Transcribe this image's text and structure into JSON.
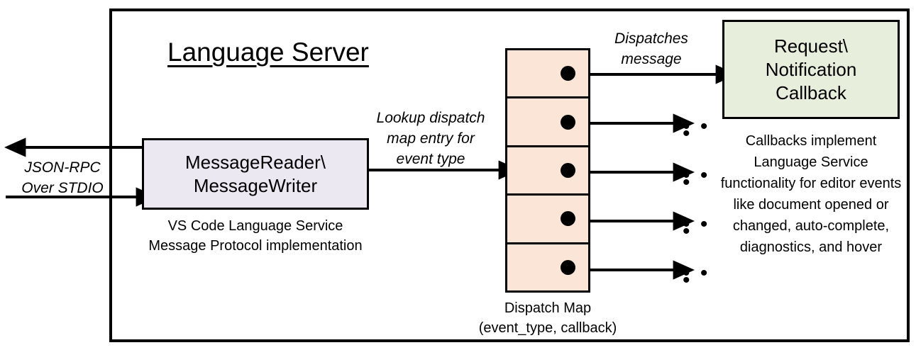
{
  "diagram": {
    "title": "Language Server",
    "container_label": "Language Server"
  },
  "nodes": {
    "message_io": {
      "label": "MessageReader\\\nMessageWriter",
      "fill": "#ebe8f1",
      "caption": "VS Code Language Service\nMessage Protocol implementation"
    },
    "dispatch_map": {
      "label": "Dispatch Map\n(event_type, callback)",
      "fill": "#fbe5d6",
      "rows": 5,
      "row_entries": [
        {
          "id": "entry-1",
          "dot": "filled-dot"
        },
        {
          "id": "entry-2",
          "dot": "filled-dot"
        },
        {
          "id": "entry-3",
          "dot": "filled-dot"
        },
        {
          "id": "entry-4",
          "dot": "filled-dot"
        },
        {
          "id": "entry-5",
          "dot": "filled-dot"
        }
      ]
    },
    "callback": {
      "label": "Request\\\nNotification\nCallback",
      "fill": "#e7eedc",
      "caption": "Callbacks implement Language Service functionality for editor events like document opened or changed, auto-complete, diagnostics, and hover"
    }
  },
  "edges": {
    "external_io": {
      "label": "JSON-RPC\nOver STDIO",
      "outbound_name": "response-out-arrow",
      "inbound_name": "request-in-arrow"
    },
    "lookup": {
      "label": "Lookup dispatch\nmap entry for\nevent type"
    },
    "dispatch": {
      "label": "Dispatches\nmessage"
    },
    "ellipsis": "• • •",
    "ellipsis_count": 4
  },
  "colors": {
    "stroke": "#000000",
    "background": "#ffffff",
    "message_fill": "#ebe8f1",
    "map_fill": "#fbe5d6",
    "callback_fill": "#e7eedc"
  }
}
